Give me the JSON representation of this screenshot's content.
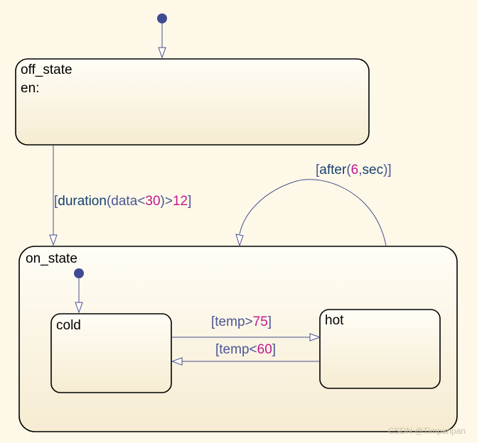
{
  "colors": {
    "background": "#fdf8e8",
    "state_fill_top": "#fffdf6",
    "state_fill_bottom": "#f6ecd2",
    "state_border": "#000000",
    "transition_line": "#4a4e8c",
    "default_dot": "#3f4a94",
    "label_bracket": "#4a5596",
    "label_keyword": "#17406e",
    "label_number": "#c2188f",
    "watermark": "#c9c1a8"
  },
  "states": {
    "off_state": {
      "name": "off_state",
      "entry": "en:"
    },
    "on_state": {
      "name": "on_state"
    },
    "cold": {
      "name": "cold"
    },
    "hot": {
      "name": "hot"
    }
  },
  "transitions": {
    "duration": {
      "open": "[",
      "kw": "duration",
      "p1": "(",
      "var": "data",
      "op": "<",
      "num1": "30",
      "p2": ")",
      "op2": ">",
      "num2": "12",
      "close": "]"
    },
    "after": {
      "open": "[",
      "kw": "after",
      "p1": "(",
      "num1": "6",
      "comma": ",",
      "kw2": "sec",
      "p2": ")",
      "close": "]"
    },
    "temp_hot": {
      "open": "[",
      "var": "temp",
      "op": ">",
      "num": "75",
      "close": "]"
    },
    "temp_cold": {
      "open": "[",
      "var": "temp",
      "op": "<",
      "num": "60",
      "close": "]"
    }
  },
  "watermark": "CSDN @Timpanpan"
}
